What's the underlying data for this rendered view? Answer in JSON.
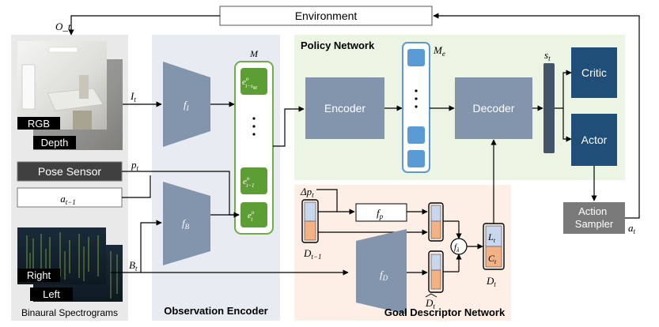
{
  "environment": {
    "label": "Environment"
  },
  "observation": {
    "o_t": "O_t",
    "rgb_label": "RGB",
    "depth_label": "Depth",
    "pose_sensor_label": "Pose Sensor",
    "prev_action_label": "a_{t-1}",
    "spectrogram_right": "Right",
    "spectrogram_left": "Left",
    "spectrogram_caption": "Binaural Spectrograms"
  },
  "signals": {
    "I_t": "I_t",
    "p_t": "p_t",
    "B_t": "B_t",
    "a_t": "a_t",
    "s_t": "s_t",
    "delta_p_t": "Δp_t",
    "D_t_minus_1": "D_{t-1}",
    "D_t_hat": "D̂_t",
    "D_t": "D_t",
    "f_lambda": "f_λ",
    "L_t": "L_t",
    "C_t": "C_t"
  },
  "observation_encoder": {
    "title": "Observation Encoder",
    "f_I": "f_I",
    "f_B": "f_B",
    "memory_label": "M",
    "memory_items": [
      "e^o_{t-s_M}",
      "e^o_{t-1}",
      "e^o_t"
    ]
  },
  "policy_network": {
    "title": "Policy Network",
    "encoder_label": "Encoder",
    "decoder_label": "Decoder",
    "memory_e_label": "M_e",
    "critic_label": "Critic",
    "actor_label": "Actor",
    "action_sampler_label": "Action Sampler"
  },
  "goal_descriptor_network": {
    "title": "Goal Descriptor Network",
    "f_p": "f_p",
    "f_D": "f_D"
  },
  "colors": {
    "encoder_panel": "#e8ebf2",
    "policy_panel": "#ecf5e4",
    "goal_panel": "#fdefe6",
    "module_gray_blue": "#8395ad",
    "memory_green": "#5d9e34",
    "memory_border": "#70ad47",
    "navy": "#1f4e79",
    "sampler_gray": "#7a7a7a",
    "light_blue": "#5b9bd5",
    "peach": "#f4b183"
  }
}
